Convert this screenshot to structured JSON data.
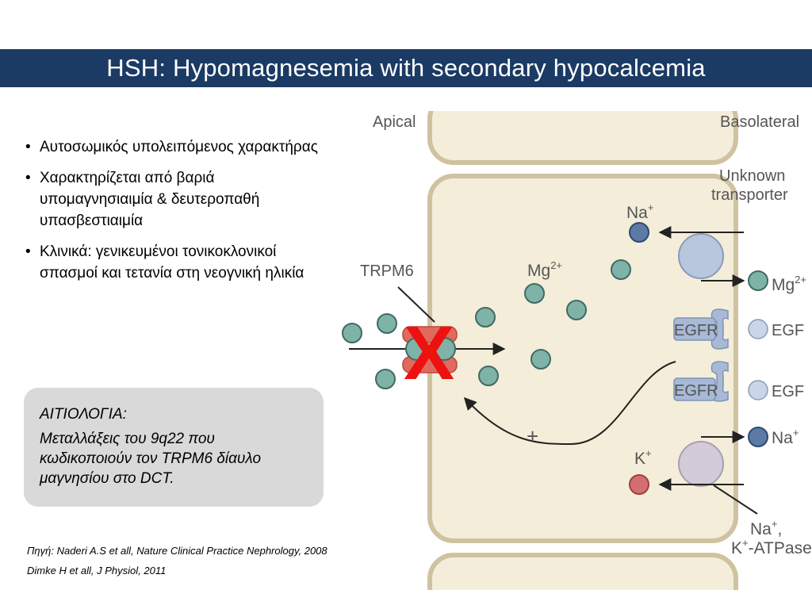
{
  "header": {
    "title": "HSH: Hypomagnesemia with secondary hypocalcemia"
  },
  "bullets": [
    {
      "text": "Αυτοσωμικός  υπολειπόμενος χαρακτήρας"
    },
    {
      "text": "Χαρακτηρίζεται από βαριά υπομαγνησιαιμία & δευτεροπαθή υπασβεστιαιμία"
    },
    {
      "text": "Κλινικά: γενικευμένοι τονικοκλονικοί σπασμοί και τετανία στη νεογνική ηλικία"
    }
  ],
  "etiology": {
    "title": "ΑΙΤΙΟΛΟΓΙΑ:",
    "text": "Μεταλλάξεις του 9q22 που κωδικοποιούν τον TRPM6 δίαυλο μαγνησίου στο DCT."
  },
  "sources": [
    "Πηγή: Naderi A.S et all, Nature Clinical Practice Nephrology, 2008",
    "Dimke H et all, J Physiol, 2011"
  ],
  "diagram": {
    "apical_label": "Apical",
    "basolateral_label": "Basolateral",
    "unknown_transporter_line1": "Unknown",
    "unknown_transporter_line2": "transporter",
    "trpm6_label": "TRPM6",
    "mg_ion": "Mg",
    "mg_charge": "2+",
    "na_ion": "Na",
    "na_charge": "+",
    "k_ion": "K",
    "k_charge": "+",
    "egfr_label": "EGFR",
    "egf_label": "EGF",
    "plus_sign": "+",
    "atpase_line1_ion": "Na",
    "atpase_line1_charge": "+",
    "atpase_line1_suffix": ",",
    "atpase_line2_ion": "K",
    "atpase_line2_charge": "+",
    "atpase_line2_suffix": "-ATPase",
    "block_mark": "X",
    "colors": {
      "mg_ion": "#7fb3a8",
      "na_ion": "#5b7aa6",
      "k_ion": "#d46f6f",
      "egf": "#c9d6ea",
      "block_mark": "#ee1111",
      "cell_fill": "#f4edd9",
      "cell_stroke": "#cfc2a0"
    }
  }
}
